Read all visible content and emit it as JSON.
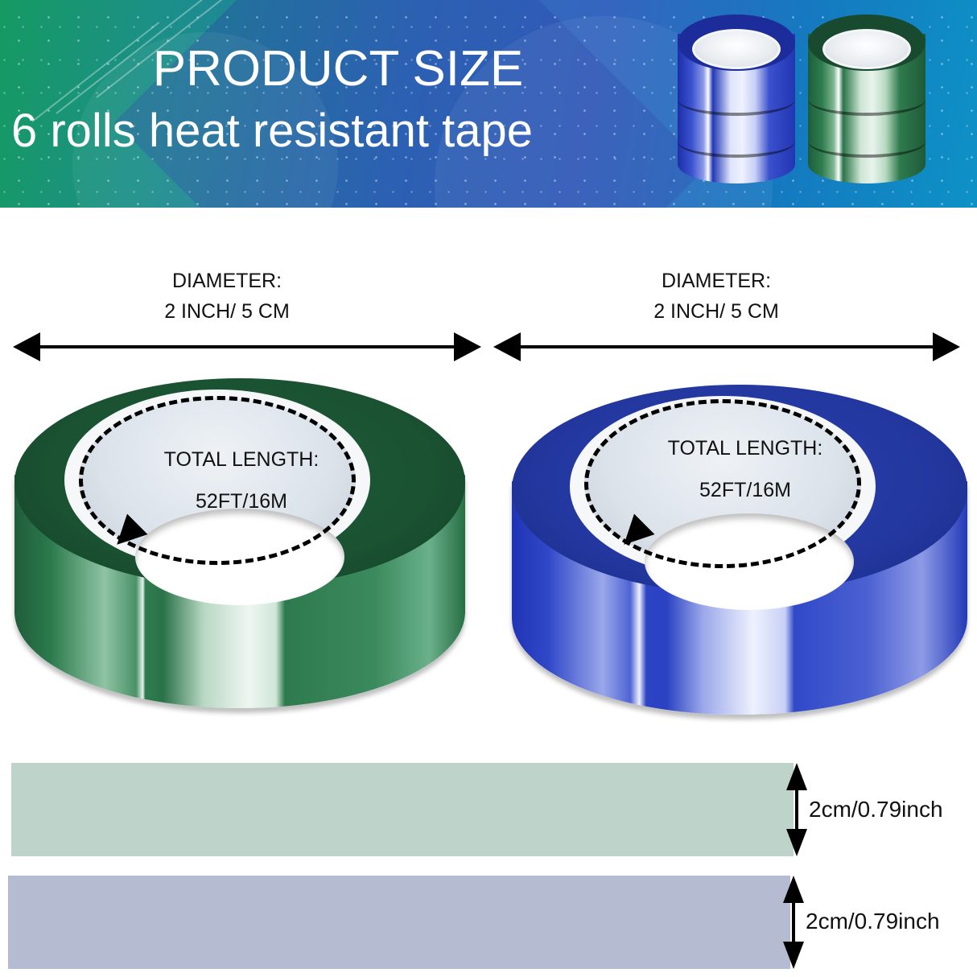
{
  "banner": {
    "title": "PRODUCT SIZE",
    "subtitle": "6 rolls heat resistant tape",
    "colors": {
      "gradient_start": "#169a62",
      "gradient_mid": "#3565c0",
      "gradient_end": "#0d92c6"
    }
  },
  "rolls": [
    {
      "color_name": "green",
      "color_hex": "#2b7a4c",
      "diameter_label": "DIAMETER:",
      "diameter_value": "2 INCH/ 5 CM",
      "length_label": "TOTAL LENGTH:",
      "length_value": "52FT/16M"
    },
    {
      "color_name": "blue",
      "color_hex": "#2b42c3",
      "diameter_label": "DIAMETER:",
      "diameter_value": "2 INCH/ 5 CM",
      "length_label": "TOTAL LENGTH:",
      "length_value": "52FT/16M"
    }
  ],
  "strips": [
    {
      "color_name": "green",
      "color_hex": "#bed4cb",
      "width_label": "2cm/0.79inch"
    },
    {
      "color_name": "blue",
      "color_hex": "#b5bbd1",
      "width_label": "2cm/0.79inch"
    }
  ]
}
